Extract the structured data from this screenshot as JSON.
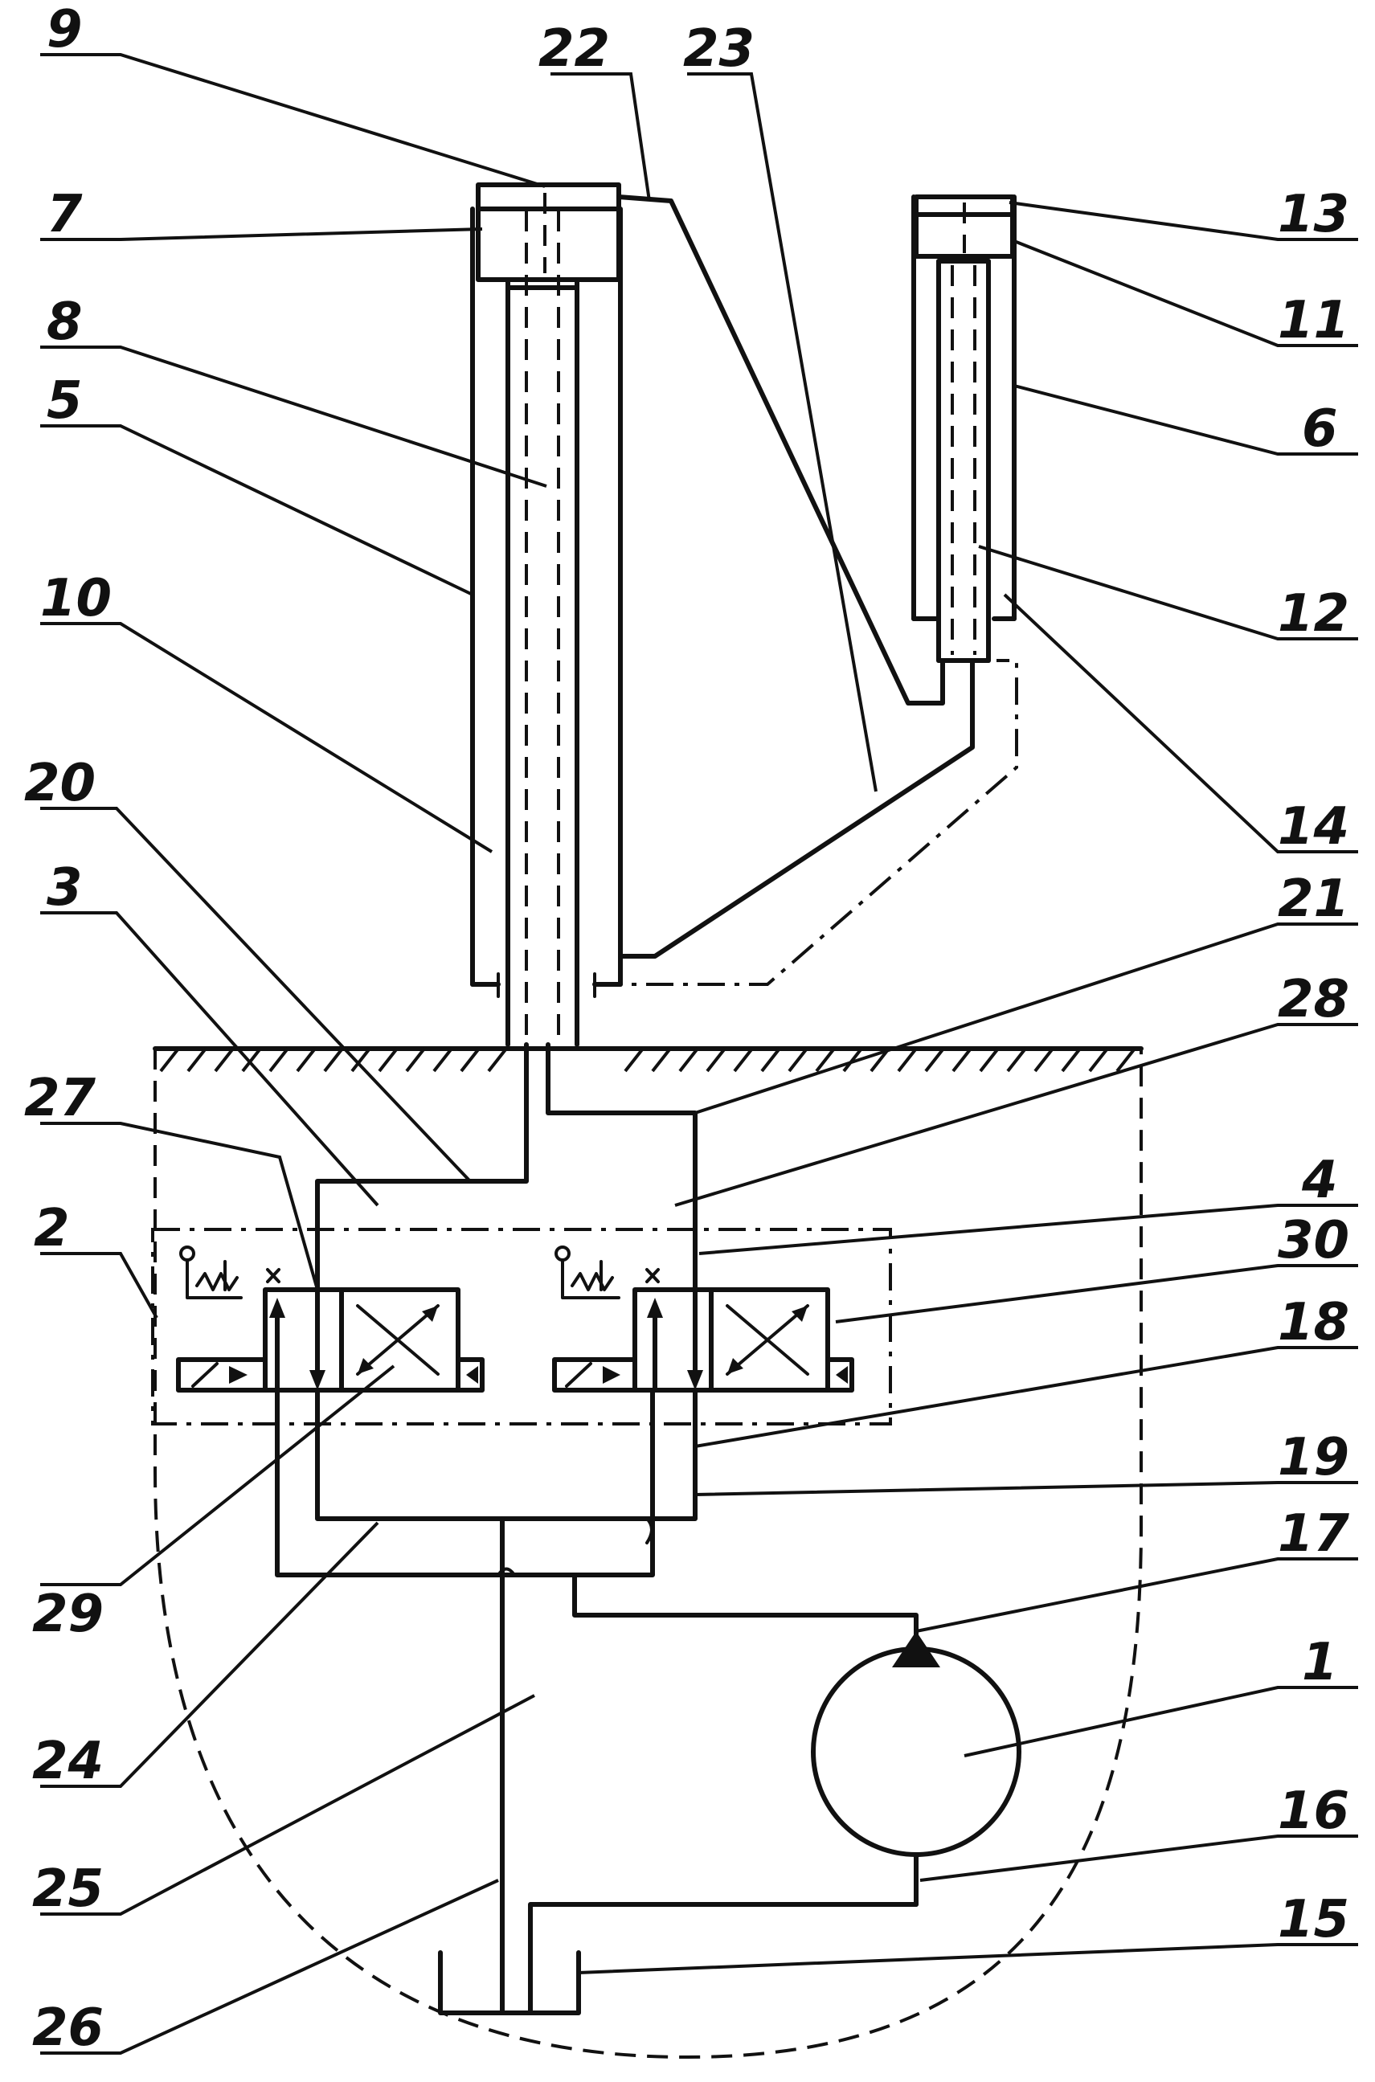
{
  "diagram": {
    "callouts": [
      {
        "id": "c9",
        "text": "9"
      },
      {
        "id": "c7",
        "text": "7"
      },
      {
        "id": "c8",
        "text": "8"
      },
      {
        "id": "c5",
        "text": "5"
      },
      {
        "id": "c10",
        "text": "10"
      },
      {
        "id": "c20",
        "text": "20"
      },
      {
        "id": "c3",
        "text": "3"
      },
      {
        "id": "c27",
        "text": "27"
      },
      {
        "id": "c2",
        "text": "2"
      },
      {
        "id": "c29",
        "text": "29"
      },
      {
        "id": "c24",
        "text": "24"
      },
      {
        "id": "c25",
        "text": "25"
      },
      {
        "id": "c26",
        "text": "26"
      },
      {
        "id": "c22",
        "text": "22"
      },
      {
        "id": "c23",
        "text": "23"
      },
      {
        "id": "c13",
        "text": "13"
      },
      {
        "id": "c11",
        "text": "11"
      },
      {
        "id": "c6",
        "text": "6"
      },
      {
        "id": "c12",
        "text": "12"
      },
      {
        "id": "c14",
        "text": "14"
      },
      {
        "id": "c21",
        "text": "21"
      },
      {
        "id": "c28",
        "text": "28"
      },
      {
        "id": "c4",
        "text": "4"
      },
      {
        "id": "c30",
        "text": "30"
      },
      {
        "id": "c18",
        "text": "18"
      },
      {
        "id": "c19",
        "text": "19"
      },
      {
        "id": "c17",
        "text": "17"
      },
      {
        "id": "c1",
        "text": "1"
      },
      {
        "id": "c16",
        "text": "16"
      },
      {
        "id": "c15",
        "text": "15"
      }
    ]
  }
}
